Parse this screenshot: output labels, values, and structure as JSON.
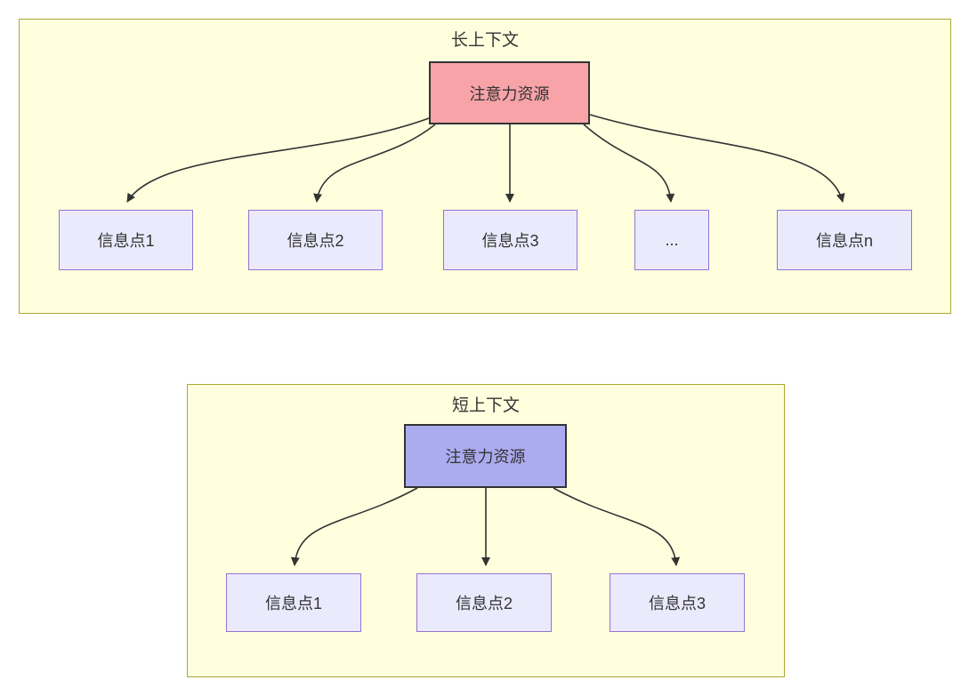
{
  "diagram": {
    "long_context": {
      "title": "长上下文",
      "attention_label": "注意力资源",
      "info_points": [
        "信息点1",
        "信息点2",
        "信息点3",
        "...",
        "信息点n"
      ]
    },
    "short_context": {
      "title": "短上下文",
      "attention_label": "注意力资源",
      "info_points": [
        "信息点1",
        "信息点2",
        "信息点3"
      ]
    },
    "colors": {
      "container_fill": "#ffffde",
      "container_border": "#aaaa33",
      "attention_long_fill": "#f7a3a8",
      "attention_short_fill": "#ababef",
      "attention_border": "#333333",
      "info_fill": "#eaeafc",
      "info_border": "#9473d3",
      "arrow": "#333333",
      "text": "#333333"
    }
  }
}
